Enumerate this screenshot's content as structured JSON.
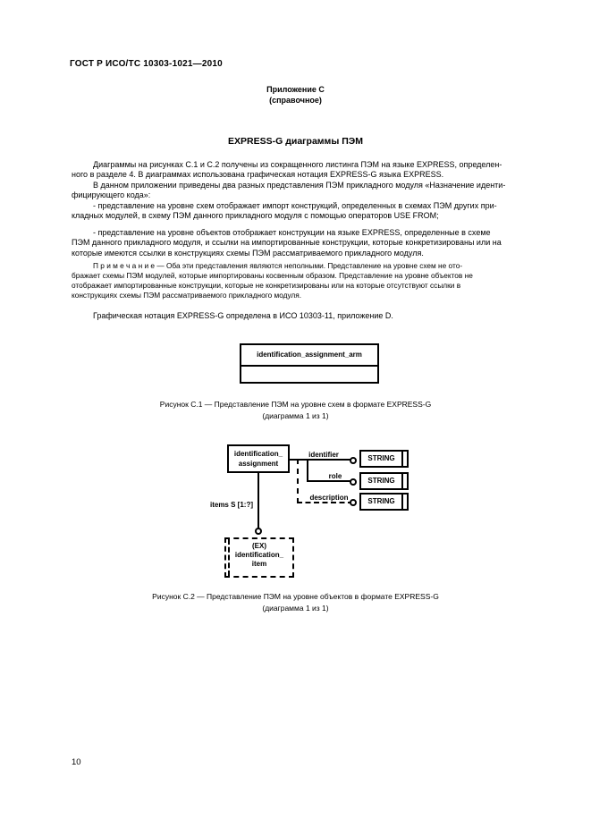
{
  "page": {
    "header": "ГОСТ Р ИСО/ТС 10303-1021—2010",
    "annex": {
      "title": "Приложение С",
      "subtitle": "(справочное)"
    },
    "section_title": "EXPRESS-G диаграммы ПЭМ",
    "page_number": "10"
  },
  "body": {
    "paragraphs": [
      {
        "lines": [
          "Диаграммы на рисунках С.1 и С.2 получены из сокращенного листинга ПЭМ на языке EXPRESS, определен-",
          "ного в разделе 4. В диаграммах использована графическая нотация EXPRESS-G языка EXPRESS."
        ]
      },
      {
        "lines": [
          "В данном приложении приведены два разных представления ПЭМ прикладного модуля «Назначение иденти-",
          "фицирующего кода»:"
        ]
      },
      {
        "lines": [
          "- представление на уровне схем отображает импорт конструкций, определенных в схемах ПЭМ других при-",
          "кладных модулей, в схему ПЭМ данного прикладного модуля с помощью операторов USE FROM;"
        ]
      },
      {
        "lines": [
          "- представление на уровне объектов отображает конструкции на языке EXPRESS, определенные в схеме",
          "ПЭМ данного прикладного модуля, и ссылки на импортированные конструкции, которые конкретизированы или на",
          "которые имеются ссылки в конструкциях схемы ПЭМ рассматриваемого прикладного модуля."
        ]
      }
    ],
    "note": {
      "lines": [
        "П р и м е ч а н и е — Оба эти представления являются неполными. Представление на уровне схем не ото-",
        "бражает схемы ПЭМ модулей, которые импортированы косвенным образом. Представление на уровне объектов не",
        "отображает импортированные конструкции, которые не конкретизированы или на которые отсутствуют ссылки в",
        "конструкциях схемы ПЭМ рассматриваемого прикладного модуля."
      ]
    },
    "closing": "Графическая нотация EXPRESS-G определена в ИСО 10303-11, приложение D."
  },
  "figure_c1": {
    "schema_box_label": "identification_assignment_arm",
    "caption": "Рисунок С.1 — Представление ПЭМ на уровне схем в формате EXPRESS-G",
    "caption2": "(диаграмма 1 из 1)"
  },
  "figure_c2": {
    "entity": {
      "line1": "identification_",
      "line2": "assignment"
    },
    "attributes": [
      {
        "name": "identifier",
        "type": "STRING"
      },
      {
        "name": "role",
        "type": "STRING"
      },
      {
        "name": "description",
        "type": "STRING"
      }
    ],
    "aggregate_label": "items S [1:?]",
    "select_box": {
      "line1": "(EX)",
      "line2": "identification_",
      "line3": "item"
    },
    "caption": "Рисунок С.2 — Представление ПЭМ на уровне объектов в формате EXPRESS-G",
    "caption2": "(диаграмма 1 из 1)"
  }
}
